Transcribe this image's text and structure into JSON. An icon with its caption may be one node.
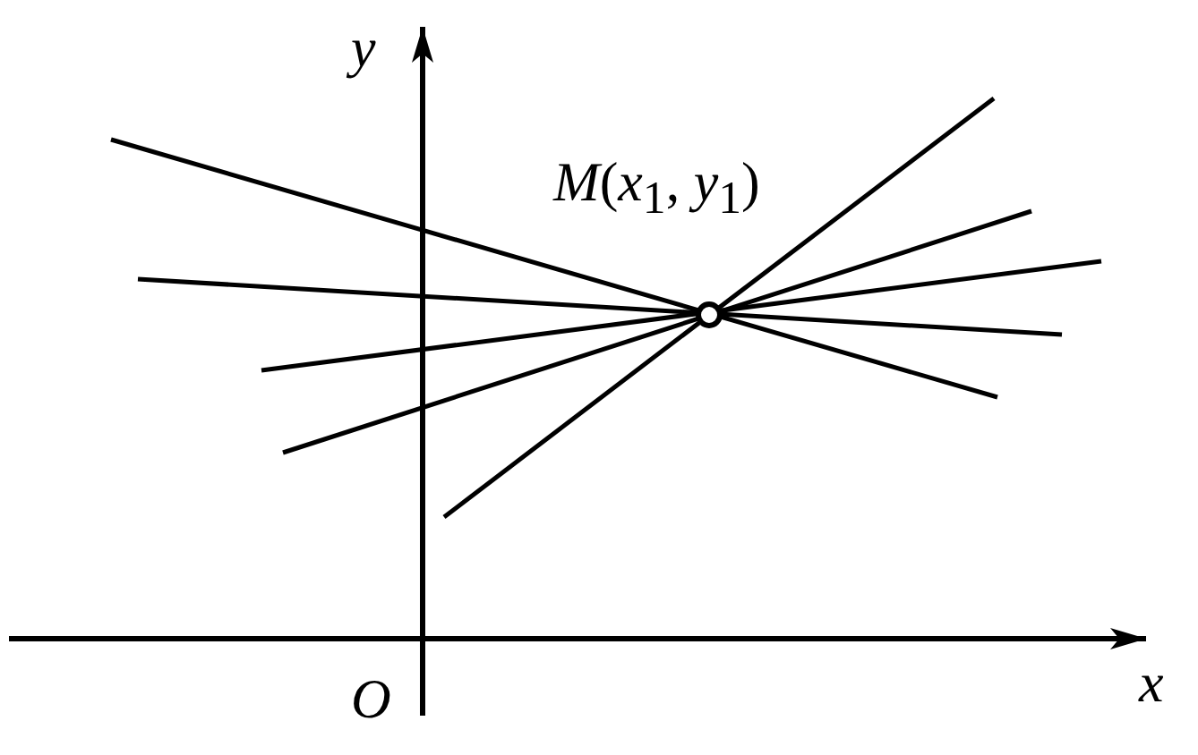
{
  "diagram": {
    "labels": [
      "y",
      "*M*(*x*$_{1}$, *y*$_{1}$)",
      "O",
      "x"
    ]
  }
}
